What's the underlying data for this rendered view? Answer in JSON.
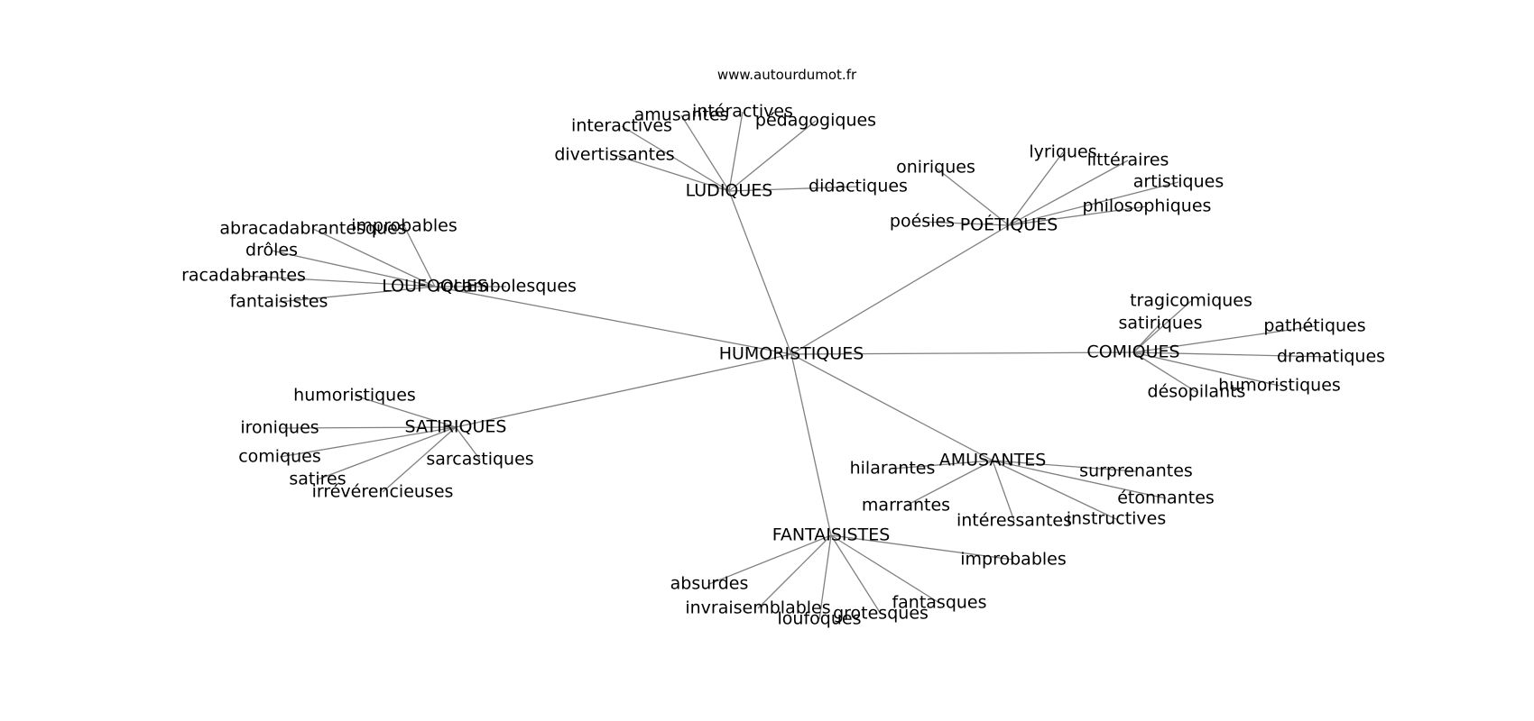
{
  "site": "www.autourdumot.fr",
  "root": "HUMORISTIQUES",
  "branches": [
    {
      "label": "LUDIQUES",
      "children": [
        "amusantes",
        "intéractives",
        "interactives",
        "pédagogiques",
        "divertissantes",
        "didactiques"
      ]
    },
    {
      "label": "POÉTIQUES",
      "children": [
        "oniriques",
        "lyriques",
        "littéraires",
        "artistiques",
        "philosophiques",
        "poésies"
      ]
    },
    {
      "label": "LOUFOQUES",
      "children": [
        "abracadabrantesques",
        "improbables",
        "drôles",
        "racadabrantes",
        "fantaisistes",
        "rocambolesques"
      ]
    },
    {
      "label": "COMIQUES",
      "children": [
        "tragicomiques",
        "satiriques",
        "pathétiques",
        "dramatiques",
        "humoristiques",
        "désopilants"
      ]
    },
    {
      "label": "SATIRIQUES",
      "children": [
        "humoristiques",
        "ironiques",
        "comiques",
        "satires",
        "irrévérencieuses",
        "sarcastiques"
      ]
    },
    {
      "label": "AMUSANTES",
      "children": [
        "hilarantes",
        "surprenantes",
        "étonnantes",
        "marrantes",
        "intéressantes",
        "instructives"
      ]
    },
    {
      "label": "FANTAISISTES",
      "children": [
        "improbables",
        "absurdes",
        "invraisemblables",
        "loufoques",
        "grotesques",
        "fantasques"
      ]
    }
  ]
}
